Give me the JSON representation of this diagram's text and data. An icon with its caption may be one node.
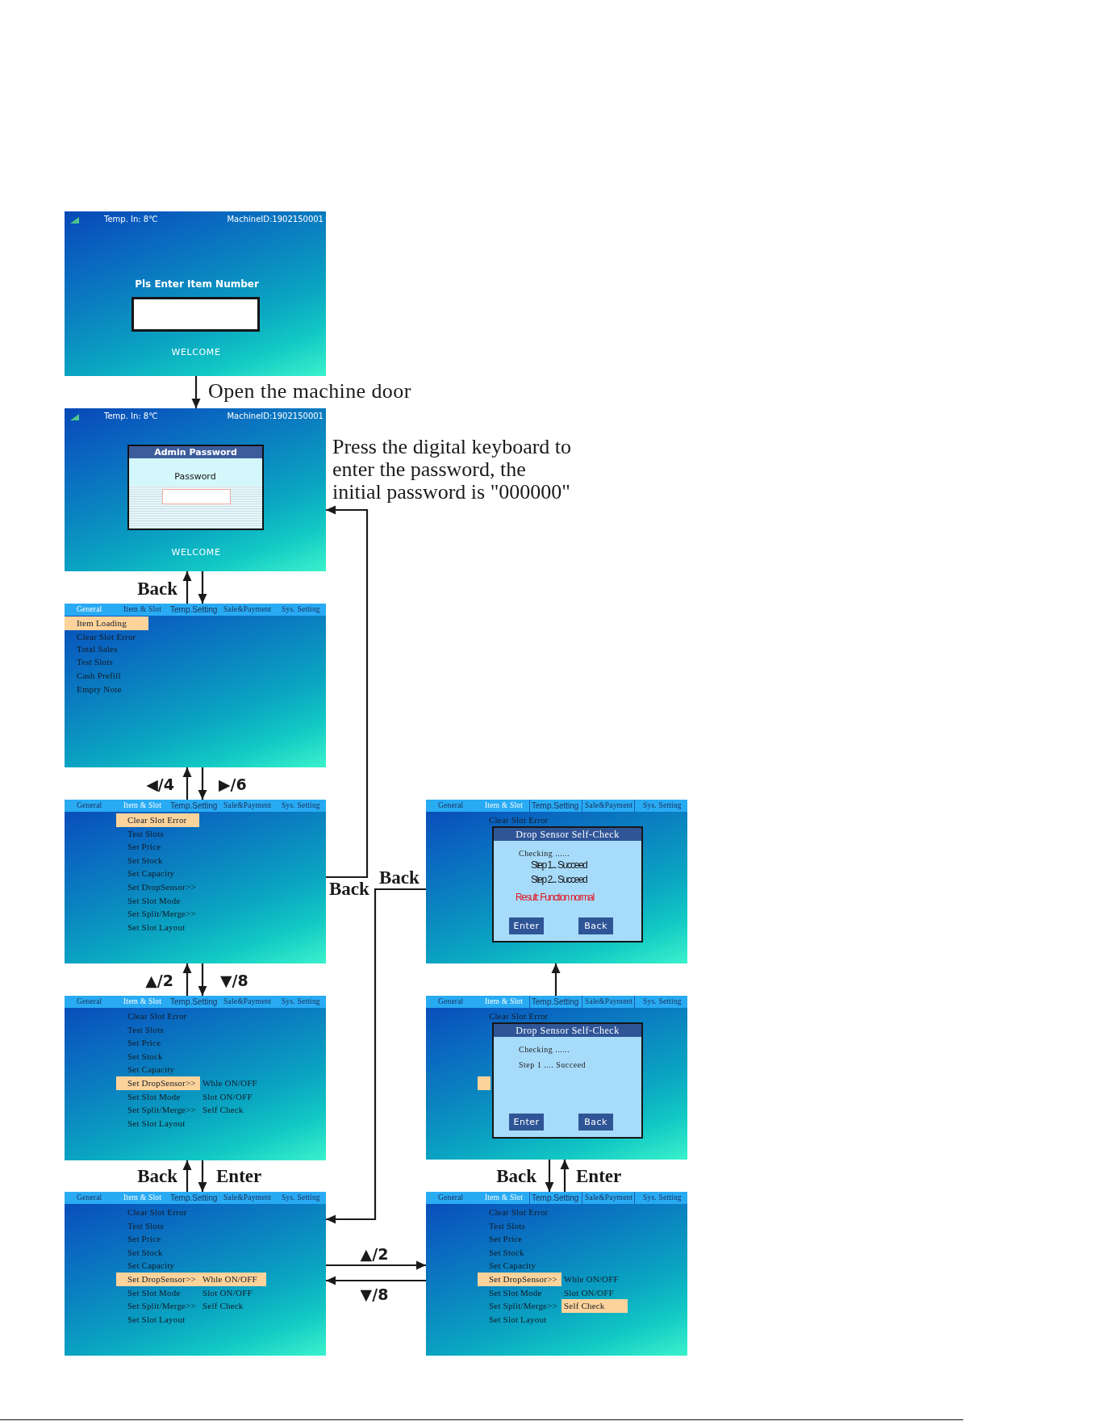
{
  "diagram": {
    "nodes": [
      {
        "text": [
          "Temp. In: 8℃",
          "MachineID:1902150001",
          "Pls Enter Item Number",
          "WELCOME"
        ]
      },
      {
        "text": [
          "Temp. In: 8℃",
          "MachineID:1902150001",
          "WELCOME"
        ],
        "beside": [
          "Press the digital keyboard to enter the password, the initial password is \"000000\""
        ]
      },
      {
        "text": [
          "Admin Password",
          "Password"
        ],
        "in": 1
      },
      {
        "text": [
          "General",
          "Item & Slot",
          "Temp.Setting",
          "Sale&Payment",
          "Sys. Setting",
          "Item Loading",
          "Clear Slot Error",
          "Total Sales",
          "Test Slots",
          "Cash Prefill",
          "Empty Note"
        ]
      },
      {
        "text": [
          "General",
          "Item & Slot",
          "Temp.Setting",
          "Sale&Payment",
          "Sys. Setting",
          "Clear Slot Error",
          "Test Slots",
          "Set Price",
          "Set Stock",
          "Set Capacity",
          "Set DropSensor>>",
          "Set Slot Mode",
          "Set Split/Merge>>",
          "Set Slot Layout"
        ]
      },
      {
        "text": [
          "General",
          "Item & Slot",
          "Temp.Setting",
          "Sale&Payment",
          "Sys. Setting",
          "Clear Slot Error",
          "Test Slots",
          "Set Price",
          "Set Stock",
          "Set Capacity",
          "Set DropSensor>>",
          "Set Slot Mode",
          "Set Split/Merge>>",
          "Set Slot Layout",
          "Whle ON/OFF",
          "Slot ON/OFF",
          "Self Check"
        ]
      },
      {
        "text": [
          "General",
          "Item & Slot",
          "Temp.Setting",
          "Sale&Payment",
          "Sys. Setting",
          "Clear Slot Error",
          "Test Slots",
          "Set Price",
          "Set Stock",
          "Set Capacity",
          "Set DropSensor>>",
          "Set Slot Mode",
          "Set Split/Merge>>",
          "Set Slot Layout",
          "Whle ON/OFF",
          "Slot ON/OFF",
          "Self Check"
        ]
      },
      {
        "text": [
          "General",
          "Item & Slot",
          "Temp.Setting",
          "Sale&Payment",
          "Sys. Setting",
          "Clear Slot Error"
        ]
      },
      {
        "text": [
          "Drop Sensor Self-Check",
          "Checking ......",
          "Step 1... Succeed",
          "Step 2... Succeed",
          "Result: Function normal",
          "Enter",
          "Back"
        ],
        "in": 7
      },
      {
        "text": [
          "General",
          "Item & Slot",
          "Temp.Setting",
          "Sale&Payment",
          "Sys. Setting",
          "Clear Slot Error"
        ]
      },
      {
        "text": [
          "Drop Sensor Self-Check",
          "Checking ......",
          "Step 1 .... Succeed",
          "Enter",
          "Back"
        ],
        "in": 9
      },
      {
        "text": [
          "General",
          "Item & Slot",
          "Temp.Setting",
          "Sale&Payment",
          "Sys. Setting",
          "Clear Slot Error",
          "Test Slots",
          "Set Price",
          "Set Stock",
          "Set Capacity",
          "Set DropSensor>>",
          "Set Slot Mode",
          "Set Split/Merge>>",
          "Set Slot Layout",
          "Whle ON/OFF",
          "Slot ON/OFF",
          "Self Check"
        ]
      }
    ],
    "edges": [
      {
        "from": 0,
        "to": 1,
        "arrow": "to",
        "label": "Open the machine door"
      },
      {
        "from": 3,
        "to": 1,
        "arrow": "to",
        "label": "Back"
      },
      {
        "from": 1,
        "to": 3,
        "arrow": "to"
      },
      {
        "from": 4,
        "to": 3,
        "arrow": "to",
        "label": "◀/4"
      },
      {
        "from": 3,
        "to": 4,
        "arrow": "to",
        "label": "▶/6"
      },
      {
        "from": 5,
        "to": 4,
        "arrow": "to",
        "label": "▲/2"
      },
      {
        "from": 4,
        "to": 5,
        "arrow": "to",
        "label": "▼/8"
      },
      {
        "from": 6,
        "to": 5,
        "arrow": "to",
        "label": "Back"
      },
      {
        "from": 5,
        "to": 6,
        "arrow": "to",
        "label": "Enter"
      },
      {
        "from": 4,
        "to": 1,
        "arrow": "to",
        "label": "Back"
      },
      {
        "from": 7,
        "to": 6,
        "arrow": "to",
        "label": "Back"
      },
      {
        "from": 9,
        "to": 7,
        "arrow": "to"
      },
      {
        "from": 9,
        "to": 11,
        "arrow": "to",
        "label": "Back"
      },
      {
        "from": 11,
        "to": 9,
        "arrow": "to",
        "label": "Enter"
      },
      {
        "from": 6,
        "to": 11,
        "arrow": "to",
        "label": "▲/2"
      },
      {
        "from": 11,
        "to": 6,
        "arrow": "to",
        "label": "▼/8"
      }
    ]
  }
}
